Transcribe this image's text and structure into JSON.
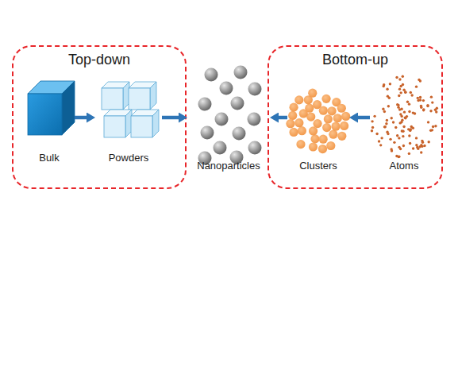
{
  "diagram": {
    "nodes": [
      {
        "text": [
          "Top-down"
        ]
      },
      {
        "text": [
          "Bulk"
        ],
        "in": 0
      },
      {
        "text": [
          "Powders"
        ],
        "in": 0
      },
      {
        "text": [
          "Nanoparticles"
        ]
      },
      {
        "text": [
          "Bottom-up"
        ]
      },
      {
        "text": [
          "Clusters"
        ],
        "in": 4
      },
      {
        "text": [
          "Atoms"
        ],
        "in": 4
      }
    ],
    "edges": [
      {
        "from": 1,
        "to": 2,
        "arrow": "to"
      },
      {
        "from": 2,
        "to": 3,
        "arrow": "to"
      },
      {
        "from": 5,
        "to": 3,
        "arrow": "to"
      },
      {
        "from": 6,
        "to": 5,
        "arrow": "to"
      }
    ]
  }
}
